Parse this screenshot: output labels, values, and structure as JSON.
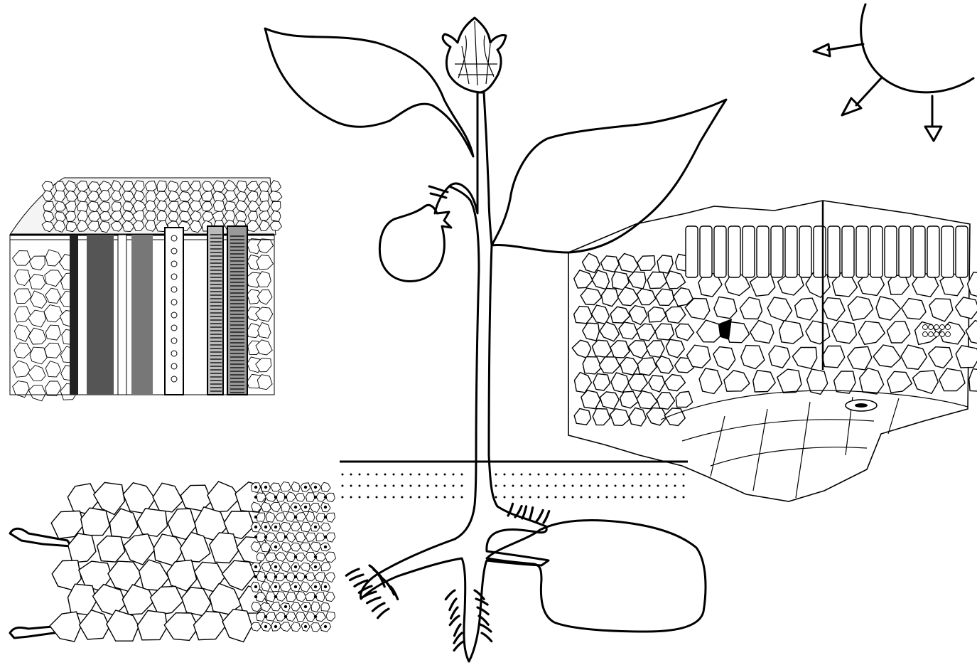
{
  "diagram": {
    "kind": "plant-anatomy-worksheet",
    "labels": [],
    "colors": {
      "line": "#000000",
      "background": "#ffffff"
    },
    "parts": [
      "sun-icon",
      "plant-outline",
      "flower-bud",
      "fruit",
      "leaf-left",
      "leaf-right",
      "soil-surface",
      "tuber",
      "roots",
      "stem-longitudinal-section",
      "leaf-cross-section",
      "root-cross-section"
    ]
  }
}
